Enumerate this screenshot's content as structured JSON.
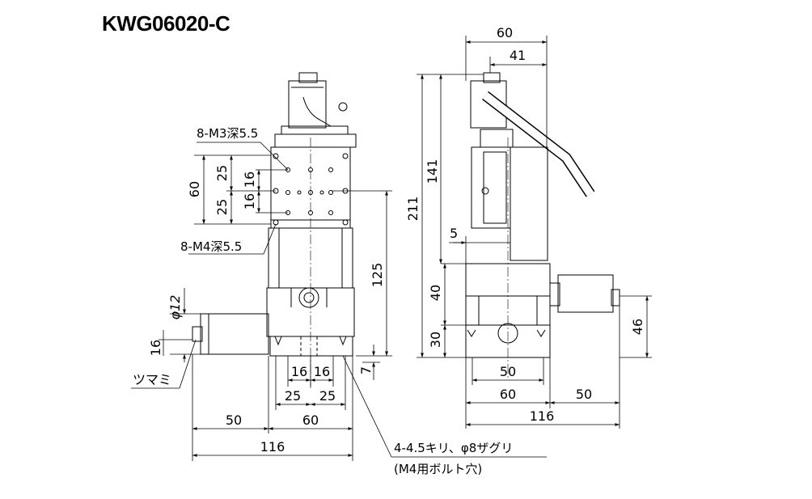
{
  "title": "KWG06020-C",
  "front_view": {
    "hole_top": "8-M3深5.5",
    "hole_bottom": "8-M4深5.5",
    "dim_60_vert": "60",
    "dim_25_top": "25",
    "dim_25_bottom": "25",
    "dim_16_top": "16",
    "dim_16_bottom": "16",
    "dim_125": "125",
    "dim_phi12": "φ12",
    "dim_16_knob": "16",
    "dim_7": "7",
    "knob_label": "ツマミ",
    "dim_16_left": "16",
    "dim_16_right": "16",
    "dim_25_left": "25",
    "dim_25_right": "25",
    "dim_50": "50",
    "dim_60": "60",
    "dim_116": "116",
    "mount_note_1": "4-4.5キリ、φ8ザグリ",
    "mount_note_2": "(M4用ボルト穴)"
  },
  "side_view": {
    "dim_60_top": "60",
    "dim_41": "41",
    "dim_211": "211",
    "dim_141": "141",
    "dim_5": "5",
    "dim_40": "40",
    "dim_30": "30",
    "dim_46": "46",
    "dim_50_base": "50",
    "dim_60_bottom": "60",
    "dim_50_right": "50",
    "dim_116": "116"
  }
}
